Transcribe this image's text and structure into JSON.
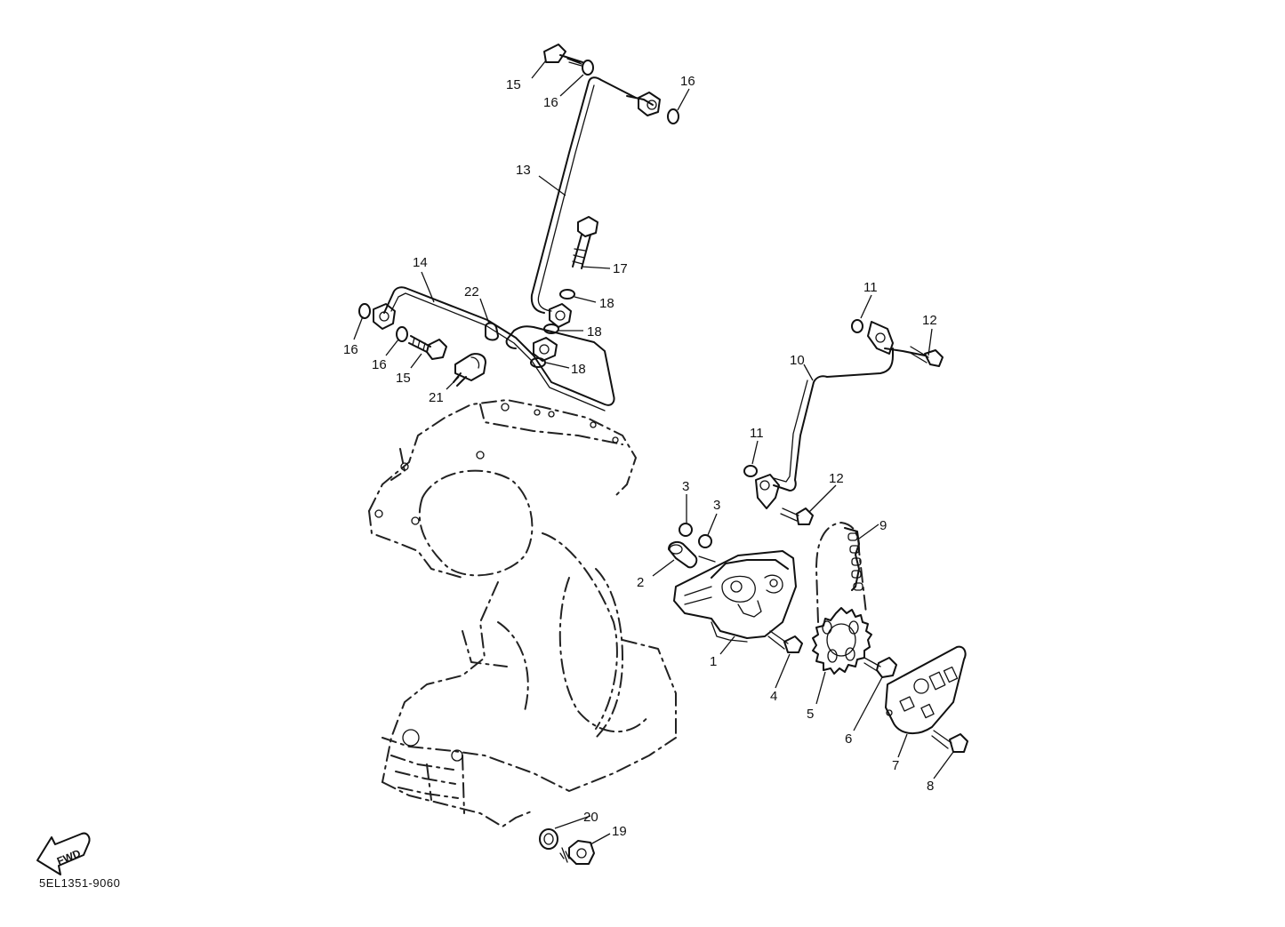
{
  "diagram": {
    "code": "5EL1351-9060",
    "fwd_label": "FWD",
    "callouts": {
      "c1": "1",
      "c2": "2",
      "c3a": "3",
      "c3b": "3",
      "c4": "4",
      "c5": "5",
      "c6": "6",
      "c7": "7",
      "c8": "8",
      "c9": "9",
      "c10": "10",
      "c11a": "11",
      "c11b": "11",
      "c12a": "12",
      "c12b": "12",
      "c13": "13",
      "c14": "14",
      "c15a": "15",
      "c15b": "15",
      "c16a": "16",
      "c16b": "16",
      "c16c": "16",
      "c16d": "16",
      "c17": "17",
      "c18a": "18",
      "c18b": "18",
      "c18c": "18",
      "c19": "19",
      "c20": "20",
      "c21": "21",
      "c22": "22"
    },
    "colors": {
      "ink": "#111111",
      "paper": "#ffffff"
    }
  }
}
